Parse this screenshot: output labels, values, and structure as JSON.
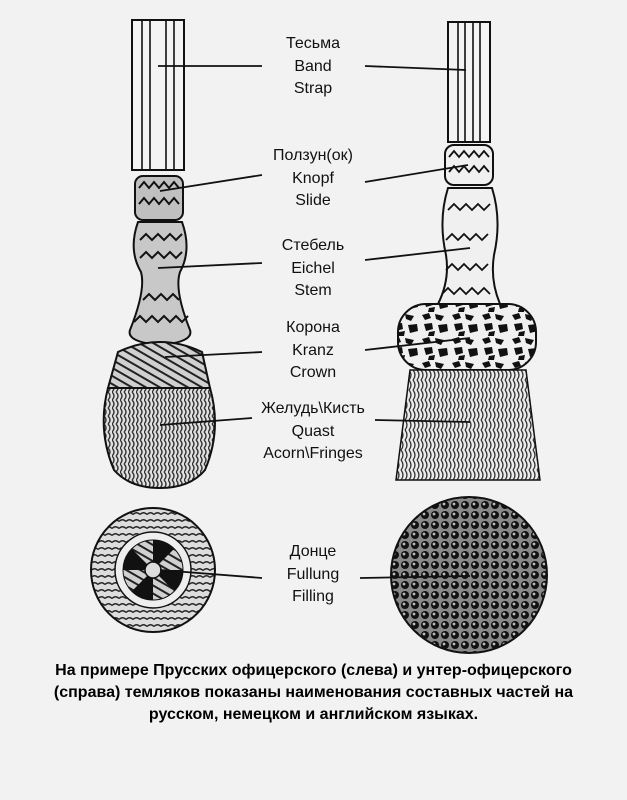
{
  "labels": [
    {
      "id": "band",
      "lines": [
        "Тесьма",
        "Band",
        "Strap"
      ]
    },
    {
      "id": "slide",
      "lines": [
        "Ползун(ок)",
        "Knopf",
        "Slide"
      ]
    },
    {
      "id": "stem",
      "lines": [
        "Стебель",
        "Eichel",
        "Stem"
      ]
    },
    {
      "id": "crown",
      "lines": [
        "Корона",
        "Kranz",
        "Crown"
      ]
    },
    {
      "id": "acorn",
      "lines": [
        "Желудь\\Кисть",
        "Quast",
        "Acorn\\Fringes"
      ]
    },
    {
      "id": "filling",
      "lines": [
        "Донце",
        "Fullung",
        "Filling"
      ]
    }
  ],
  "caption": "На примере Прусских офицерского (слева) и унтер-офицерского (справа) темляков показаны наименования составных частей на русском, немецком и английском языках."
}
